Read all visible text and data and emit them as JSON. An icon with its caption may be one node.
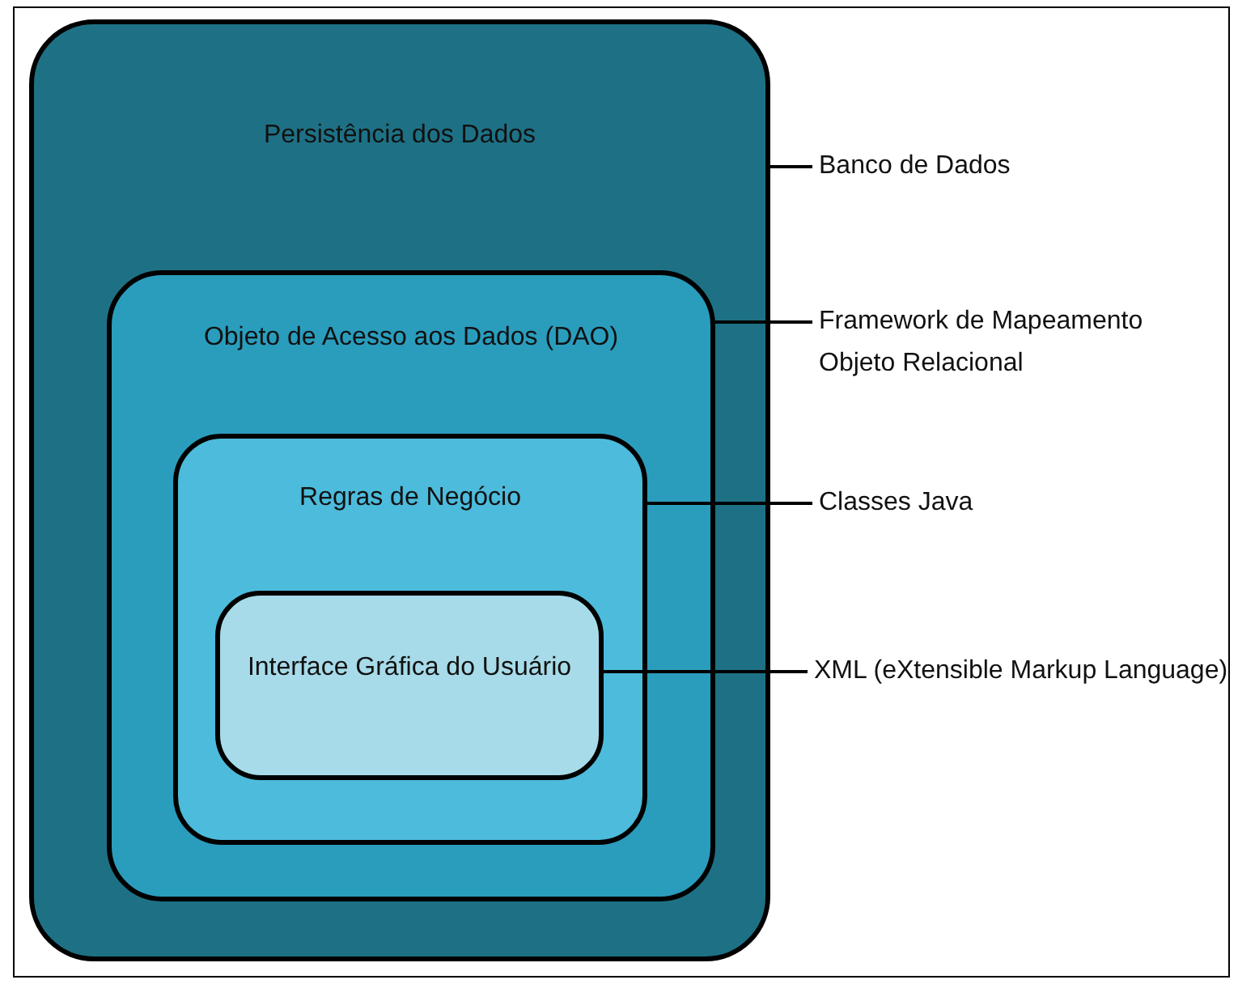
{
  "diagram": {
    "nodes": [
      {
        "text": [
          "Persistência dos Dados"
        ]
      },
      {
        "text": [
          "Objeto de Acesso aos Dados (DAO)"
        ],
        "in": 0
      },
      {
        "text": [
          "Regras de Negócio"
        ],
        "in": 1
      },
      {
        "text": [
          "Interface Gráfica do Usuário"
        ],
        "in": 2
      },
      {
        "text": [
          "Banco de Dados"
        ]
      },
      {
        "text": [
          "Framework de Mapeamento Objeto Relacional"
        ]
      },
      {
        "text": [
          "Classes Java"
        ]
      },
      {
        "text": [
          "XML (eXtensible Markup Language)"
        ]
      }
    ],
    "edges": [
      {
        "from": 4,
        "to": 0,
        "arrow": "none"
      },
      {
        "from": 5,
        "to": 1,
        "arrow": "none"
      },
      {
        "from": 6,
        "to": 2,
        "arrow": "none"
      },
      {
        "from": 7,
        "to": 3,
        "arrow": "none"
      }
    ]
  }
}
